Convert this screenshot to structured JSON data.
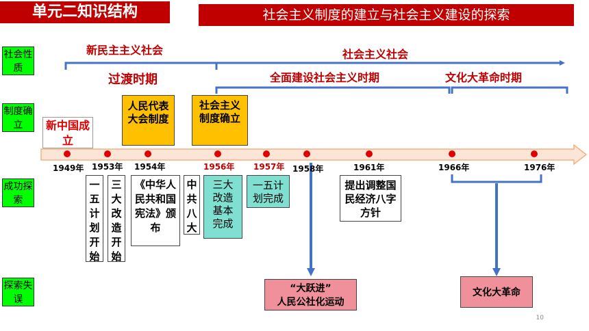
{
  "header": {
    "title": "单元二知识结构",
    "subtitle": "社会主义制度的建立与社会主义建设的探索"
  },
  "rows": {
    "nature": "社会性质",
    "system": "制度确立",
    "success": "成功探索",
    "mistake": "探索失误"
  },
  "periods": {
    "new_democracy": "新民主主义社会",
    "transition": "过渡时期",
    "socialist_society": "社会主义社会",
    "full_construction": "全面建设社会主义时期",
    "cultural_revolution_period": "文化大革命时期"
  },
  "timeline": {
    "years": [
      {
        "label": "1949年",
        "color": "#000000"
      },
      {
        "label": "1953年",
        "color": "#000000"
      },
      {
        "label": "1954年",
        "color": "#000000"
      },
      {
        "label": "1956年",
        "color": "#c00000"
      },
      {
        "label": "1957年",
        "color": "#c00000"
      },
      {
        "label": "1958年",
        "color": "#000000"
      },
      {
        "label": "1961年",
        "color": "#000000"
      },
      {
        "label": "1966年",
        "color": "#000000"
      },
      {
        "label": "1976年",
        "color": "#000000"
      }
    ]
  },
  "events": {
    "founding": "新中国成立",
    "peoples_congress": "人民代表大会制度",
    "socialist_system": "社会主义制度确立",
    "five_year_plan_start": "一五计划开始",
    "three_transformations_start": "三大改造开始",
    "constitution": "《中华人民共和国宪法》颁布",
    "eighth_congress": "中共八大",
    "three_transformations_done": "三大改造基本完成",
    "five_year_plan_done": "一五计划完成",
    "eight_char_policy": "提出调整国民经济八字方针",
    "great_leap": "“大跃进”",
    "communes": "人民公社化运动",
    "cultural_revolution": "文化大革命"
  },
  "colors": {
    "title_red": "#c00000",
    "side_green": "#00ff00",
    "bracket_blue": "#4472c4",
    "orange": "#ffc000",
    "teal": "#7fe0d2",
    "pink": "#f0909a",
    "timeline_fill": "#fbe5d6",
    "timeline_stroke": "#f4b183",
    "dot_red": "#e00000"
  },
  "page_number": "10"
}
